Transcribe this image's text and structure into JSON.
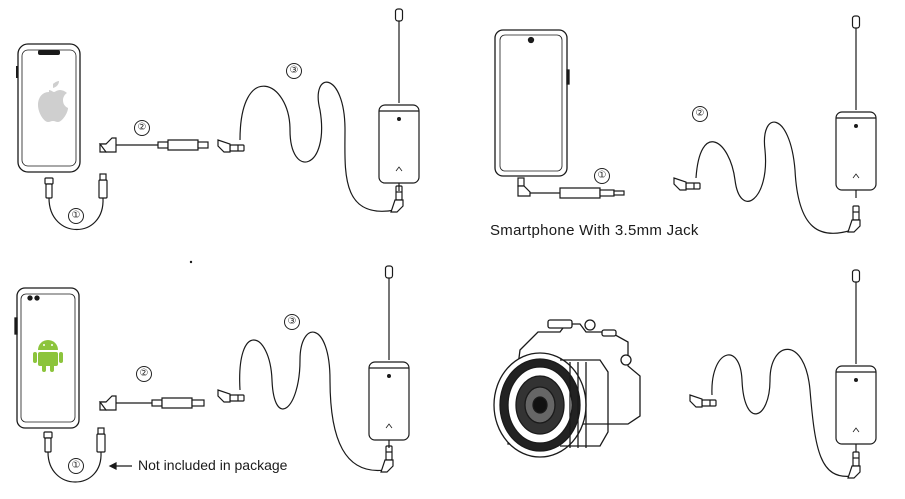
{
  "captions": {
    "smartphone_jack": "Smartphone With 3.5mm Jack",
    "not_included": "Not included in package",
    "arrow": "←"
  },
  "markers": {
    "one": "①",
    "two": "②",
    "three": "③"
  },
  "icons": [
    "apple-logo-icon",
    "android-logo-icon",
    "camera-icon",
    "receiver-icon",
    "arrow-left-icon"
  ],
  "colors": {
    "line": "#1a1a1a",
    "android_green": "#8cc43c",
    "apple_grey": "#cfcfcf",
    "device_fill": "#ffffff"
  }
}
